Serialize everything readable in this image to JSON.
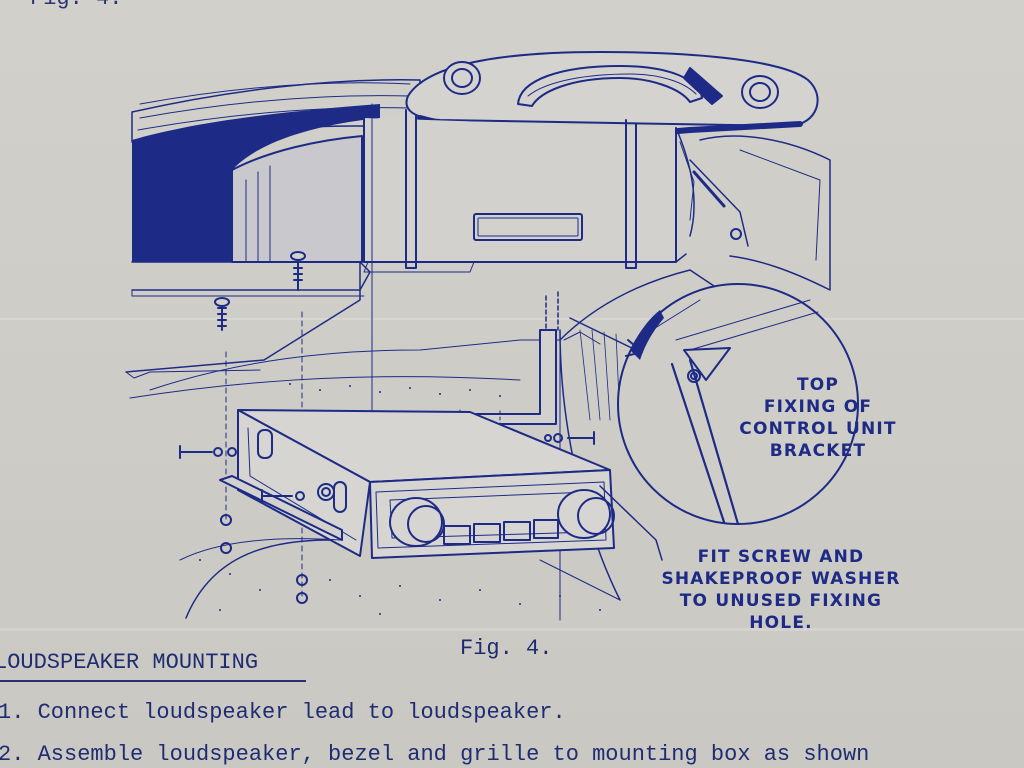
{
  "figure": {
    "top_label": "Fig. 4.",
    "caption": "Fig. 4.",
    "callout_top": [
      "TOP",
      "FIXING OF",
      "CONTROL UNIT",
      "BRACKET"
    ],
    "callout_fit": [
      "FIT SCREW AND",
      "SHAKEPROOF WASHER",
      "TO UNUSED FIXING",
      "HOLE."
    ]
  },
  "section": {
    "heading": "LOUDSPEAKER MOUNTING",
    "steps": [
      "1. Connect loudspeaker lead to loudspeaker.",
      "2. Assemble loudspeaker, bezel and grille to mounting box as shown"
    ]
  },
  "colors": {
    "ink": "#1d2b86",
    "paper": "#cfcdc7"
  }
}
